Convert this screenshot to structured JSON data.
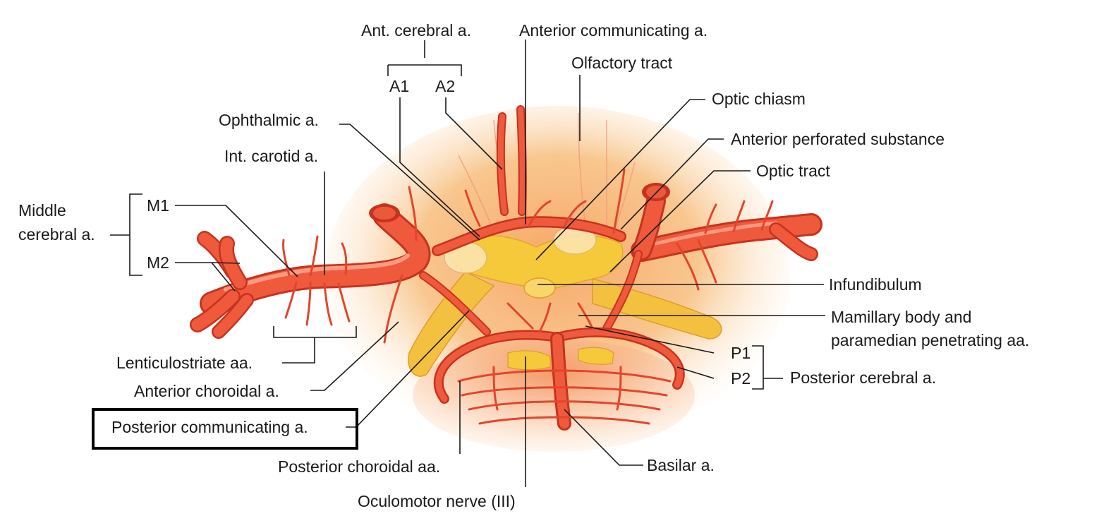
{
  "colors": {
    "artery": "#ef5a3c",
    "artery_dark": "#c7321f",
    "brain_tissue": "#f7b773",
    "yellow_structure": "#f6c93a",
    "highlight_box": "#000000"
  },
  "labels": {
    "ant_cerebral": "Ant. cerebral a.",
    "a1": "A1",
    "a2": "A2",
    "anterior_communicating": "Anterior communicating a.",
    "olfactory_tract": "Olfactory tract",
    "optic_chiasm": "Optic chiasm",
    "ophthalmic": "Ophthalmic a.",
    "anterior_perforated": "Anterior perforated substance",
    "int_carotid": "Int. carotid a.",
    "optic_tract": "Optic tract",
    "middle_cerebral_line1": "Middle",
    "middle_cerebral_line2": "cerebral a.",
    "m1": "M1",
    "m2": "M2",
    "infundibulum": "Infundibulum",
    "mamillary_line1": "Mamillary body and",
    "mamillary_line2": "paramedian penetrating aa.",
    "lenticulostriate": "Lenticulostriate aa.",
    "p1": "P1",
    "p2": "P2",
    "posterior_cerebral": "Posterior cerebral a.",
    "anterior_choroidal": "Anterior choroidal a.",
    "posterior_communicating": "Posterior communicating a.",
    "posterior_choroidal": "Posterior choroidal aa.",
    "basilar": "Basilar a.",
    "oculomotor": "Oculomotor nerve (III)"
  },
  "highlighted_label": "posterior_communicating"
}
